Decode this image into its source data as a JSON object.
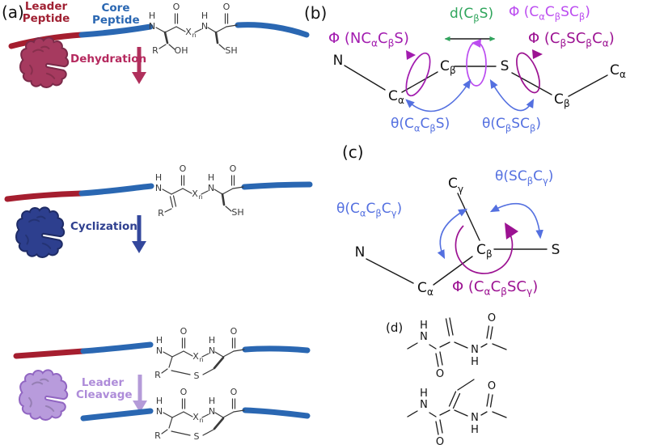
{
  "panels": {
    "a": {
      "label": "(a)",
      "leader_peptide_label": "Leader Peptide",
      "core_peptide_label": "Core Peptide",
      "steps": [
        {
          "name": "Dehydration",
          "color": "#b5295e"
        },
        {
          "name": "Cyclization",
          "color": "#2e3f8f"
        },
        {
          "name": "Leader Cleavage",
          "color": "#ae8cd9"
        }
      ],
      "colors": {
        "leader_ribbon": "#a51e2f",
        "core_ribbon": "#2a67b2"
      }
    },
    "b": {
      "label": "(b)",
      "bond_distance_label": "d(C~β~S)",
      "dihedral_labels": {
        "cacbscb": "Φ (C~α~C~β~SC~β~)",
        "ncacbs": "Φ (NC~α~C~β~S)",
        "cbscbca": "Φ (C~β~SC~β~C~α~)"
      },
      "angle_labels": {
        "cacbs": "θ(C~α~C~β~S)",
        "cbscb": "θ(C~β~SC~β~)"
      },
      "colors": {
        "distance": "#2fa55c",
        "dihedral_light": "#bb4cf0",
        "dihedral_mid": "#a21caf",
        "dihedral_dark": "#9c1292",
        "angle": "#5470e0"
      }
    },
    "c": {
      "label": "(c)",
      "angle_labels": {
        "cacbcg": "θ(C~α~C~β~C~γ~)",
        "scbcg": "θ(SC~β~C~γ~)"
      },
      "dihedral_label": "Φ (C~α~C~β~SC~γ~)"
    },
    "d": {
      "label": "(d)"
    }
  },
  "atoms": {
    "N": "N",
    "H": "H",
    "O": "O",
    "S": "S",
    "R": "R",
    "OH": "OH",
    "SH": "SH",
    "C": "C",
    "X": "X",
    "n": "n",
    "alpha": "α",
    "beta": "β",
    "gamma": "γ"
  }
}
